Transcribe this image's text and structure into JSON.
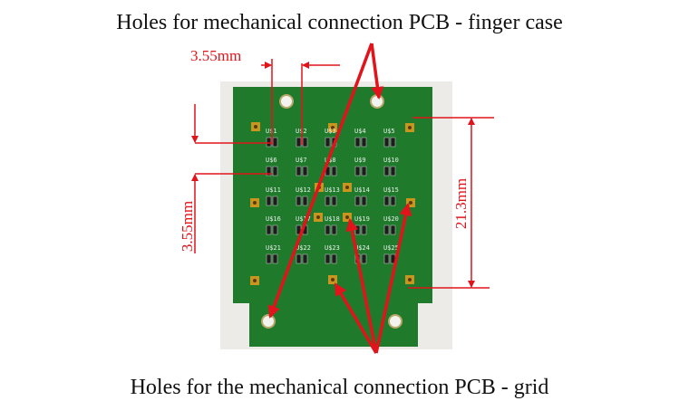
{
  "titles": {
    "top": "Holes for mechanical connection PCB - finger case",
    "bottom": "Holes for the mechanical connection PCB - grid"
  },
  "dimensions": {
    "horizontal_pitch": "3.55mm",
    "vertical_pitch": "3.55mm",
    "grid_span": "21.3mm"
  },
  "pcb": {
    "sensor_labels": [
      "U$1",
      "U$2",
      "U$3",
      "U$4",
      "U$5",
      "U$6",
      "U$7",
      "U$8",
      "U$9",
      "U$10",
      "U$11",
      "U$12",
      "U$13",
      "U$14",
      "U$15",
      "U$16",
      "U$17",
      "U$18",
      "U$19",
      "U$20",
      "U$21",
      "U$22",
      "U$23",
      "U$24",
      "U$25"
    ]
  },
  "colors": {
    "annotation": "#e0141a",
    "board": "#1f7a2c",
    "pad": "#c8961e"
  }
}
